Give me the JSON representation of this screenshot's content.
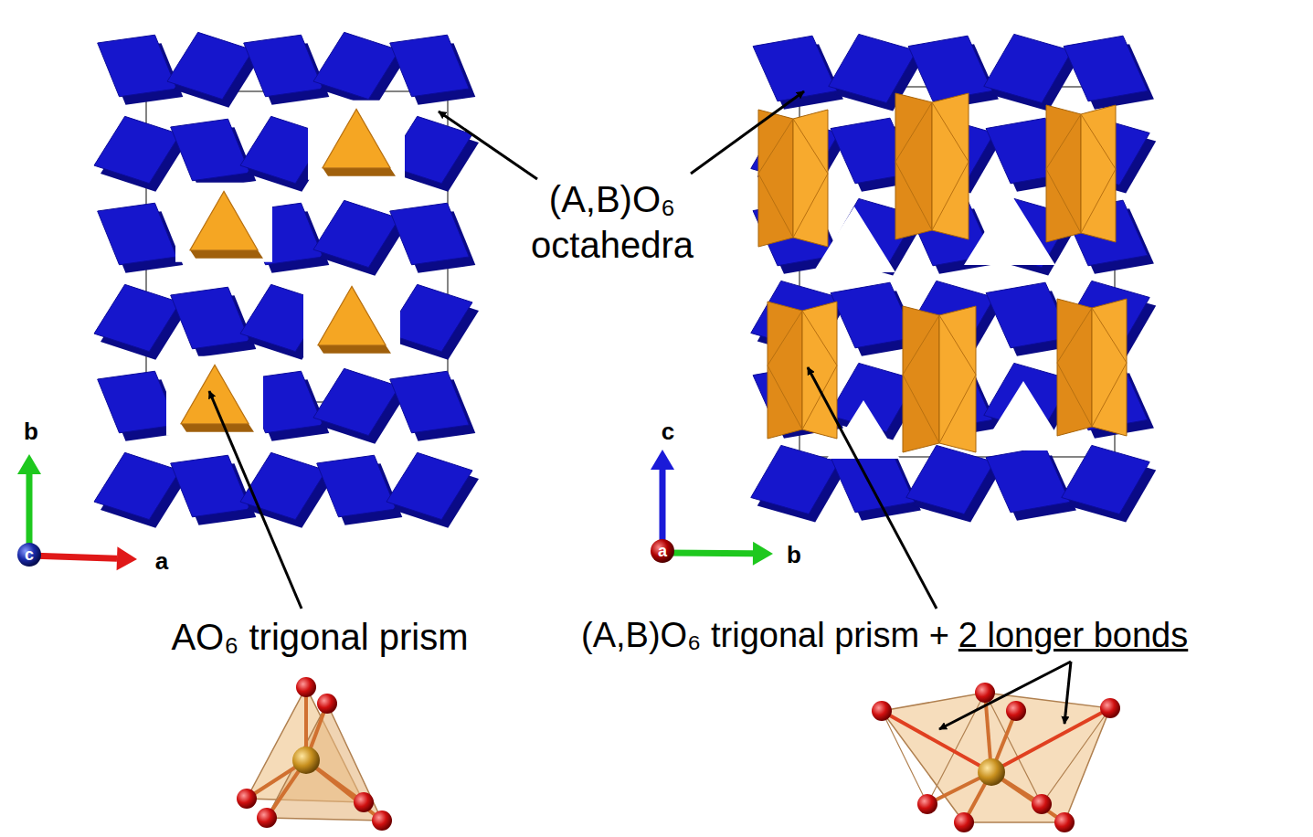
{
  "diagram": {
    "labels": [
      "(A,B)O₆ octahedra",
      "AO₆ trigonal prism",
      "(A,B)O₆ trigonal prism +",
      "2 longer bonds",
      "b",
      "a",
      "c",
      "c",
      "b",
      "a"
    ]
  }
}
